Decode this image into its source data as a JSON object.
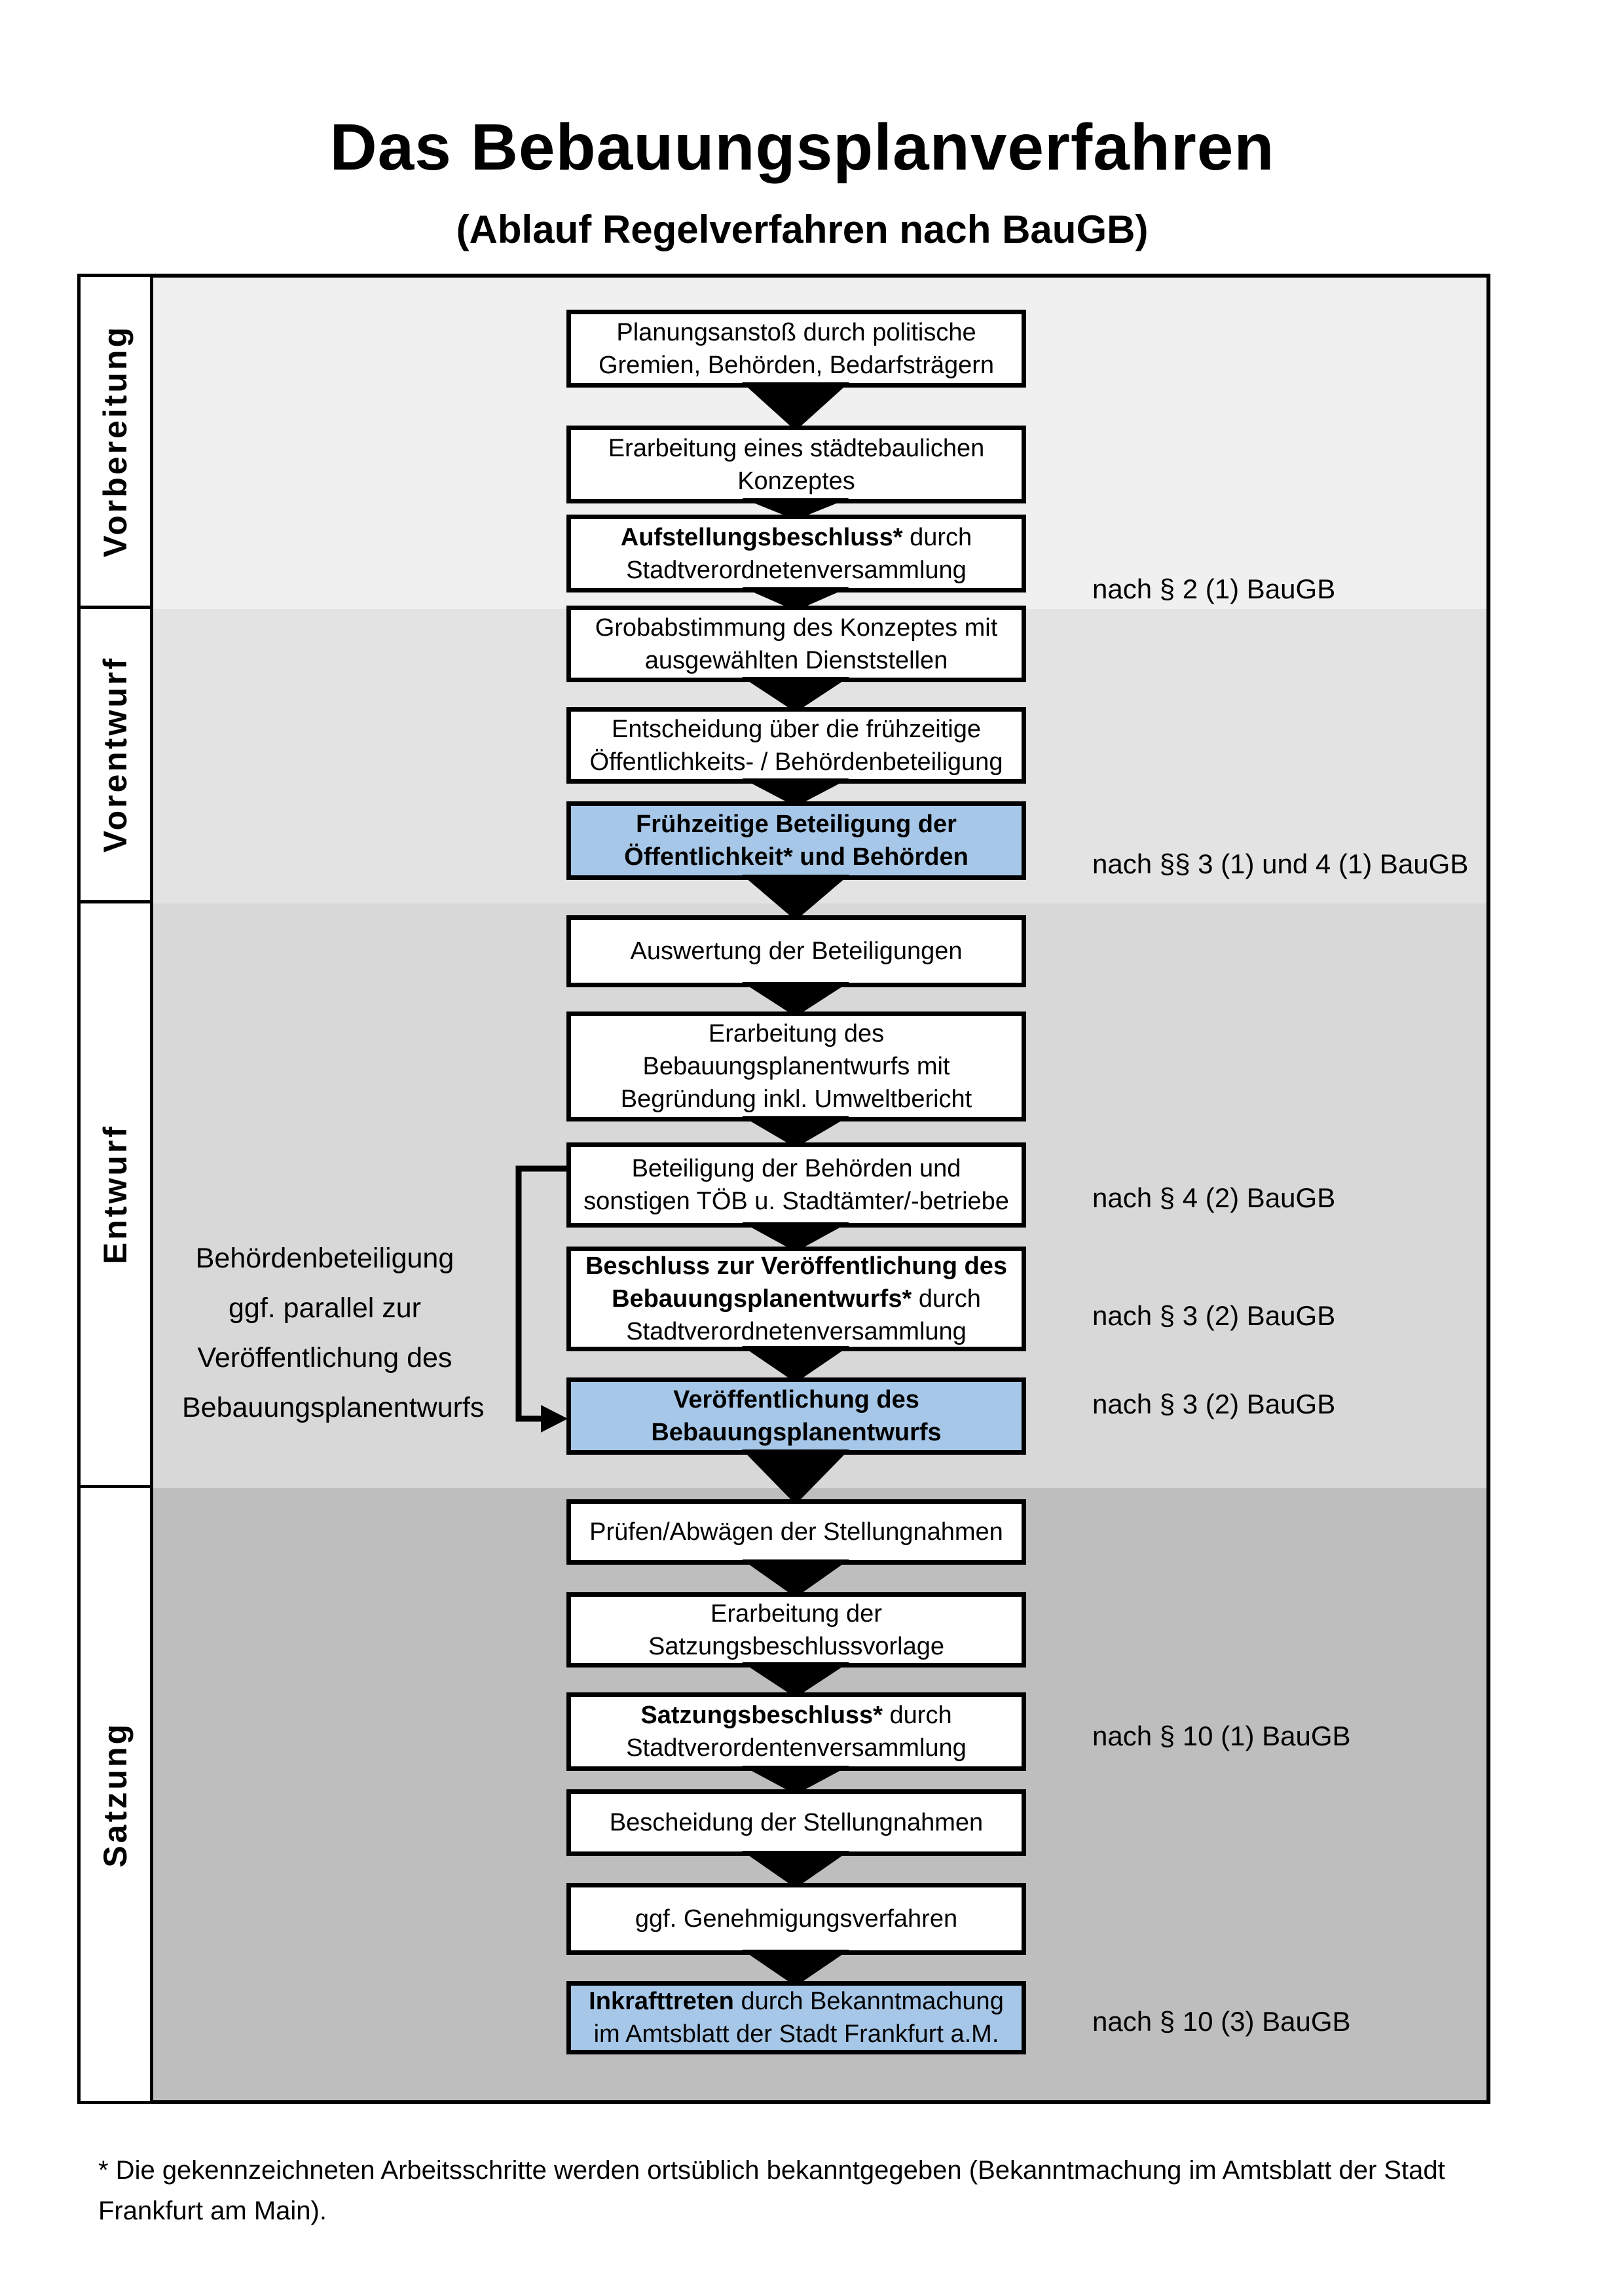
{
  "title": "Das Bebauungsplanverfahren",
  "subtitle": "(Ablauf Regelverfahren nach BauGB)",
  "colors": {
    "highlight_box": "#a6c7e8",
    "box_bg": "#ffffff",
    "border": "#000000",
    "phase_bgs": [
      "#f0f0f0",
      "#e3e3e3",
      "#d8d8d8",
      "#bebebe"
    ]
  },
  "phases": [
    {
      "label": "Vorbereitung"
    },
    {
      "label": "Vorentwurf"
    },
    {
      "label": "Entwurf"
    },
    {
      "label": "Satzung"
    }
  ],
  "flow": {
    "boxes": [
      {
        "id": "b1",
        "phase": "Vorbereitung",
        "highlight": false,
        "lines": [
          [
            {
              "t": "Planungsanstoß durch politische",
              "b": false
            }
          ],
          [
            {
              "t": "Gremien, Behörden, Bedarfsträgern",
              "b": false
            }
          ]
        ]
      },
      {
        "id": "b2",
        "phase": "Vorbereitung",
        "highlight": false,
        "lines": [
          [
            {
              "t": "Erarbeitung eines städtebaulichen",
              "b": false
            }
          ],
          [
            {
              "t": "Konzeptes",
              "b": false
            }
          ]
        ]
      },
      {
        "id": "b3",
        "phase": "Vorbereitung",
        "highlight": false,
        "ref": "nach § 2 (1) BauGB",
        "lines": [
          [
            {
              "t": "Aufstellungsbeschluss*",
              "b": true
            },
            {
              "t": " durch",
              "b": false
            }
          ],
          [
            {
              "t": "Stadtverordnetenversammlung",
              "b": false
            }
          ]
        ]
      },
      {
        "id": "b4",
        "phase": "Vorentwurf",
        "highlight": false,
        "lines": [
          [
            {
              "t": "Grobabstimmung des Konzeptes mit",
              "b": false
            }
          ],
          [
            {
              "t": "ausgewählten Dienststellen",
              "b": false
            }
          ]
        ]
      },
      {
        "id": "b5",
        "phase": "Vorentwurf",
        "highlight": false,
        "lines": [
          [
            {
              "t": "Entscheidung über die frühzeitige",
              "b": false
            }
          ],
          [
            {
              "t": "Öffentlichkeits- / Behördenbeteiligung",
              "b": false
            }
          ]
        ]
      },
      {
        "id": "b6",
        "phase": "Vorentwurf",
        "highlight": true,
        "ref": "nach §§ 3 (1) und 4 (1) BauGB",
        "lines": [
          [
            {
              "t": "Frühzeitige Beteiligung der",
              "b": true
            }
          ],
          [
            {
              "t": "Öffentlichkeit* und Behörden",
              "b": true
            }
          ]
        ]
      },
      {
        "id": "b7",
        "phase": "Entwurf",
        "highlight": false,
        "lines": [
          [
            {
              "t": "Auswertung der Beteiligungen",
              "b": false
            }
          ]
        ]
      },
      {
        "id": "b8",
        "phase": "Entwurf",
        "highlight": false,
        "lines": [
          [
            {
              "t": "Erarbeitung des",
              "b": false
            }
          ],
          [
            {
              "t": "Bebauungsplanentwurfs mit",
              "b": false
            }
          ],
          [
            {
              "t": "Begründung inkl. Umweltbericht",
              "b": false
            }
          ]
        ]
      },
      {
        "id": "b9",
        "phase": "Entwurf",
        "highlight": false,
        "ref": "nach § 4 (2) BauGB",
        "lines": [
          [
            {
              "t": "Beteiligung der Behörden und",
              "b": false
            }
          ],
          [
            {
              "t": "sonstigen TÖB u. Stadtämter/-betriebe",
              "b": false
            }
          ]
        ]
      },
      {
        "id": "b10",
        "phase": "Entwurf",
        "highlight": false,
        "ref": "nach § 3 (2) BauGB",
        "lines": [
          [
            {
              "t": "Beschluss zur Veröffentlichung des",
              "b": true
            }
          ],
          [
            {
              "t": "Bebauungsplanentwurfs*",
              "b": true
            },
            {
              "t": " durch",
              "b": false
            }
          ],
          [
            {
              "t": "Stadtverordnetenversammlung",
              "b": false
            }
          ]
        ]
      },
      {
        "id": "b11",
        "phase": "Entwurf",
        "highlight": true,
        "ref": "nach § 3 (2) BauGB",
        "lines": [
          [
            {
              "t": "Veröffentlichung des",
              "b": true
            }
          ],
          [
            {
              "t": "Bebauungsplanentwurfs",
              "b": true
            }
          ]
        ]
      },
      {
        "id": "b12",
        "phase": "Satzung",
        "highlight": false,
        "lines": [
          [
            {
              "t": "Prüfen/Abwägen der Stellungnahmen",
              "b": false
            }
          ]
        ]
      },
      {
        "id": "b13",
        "phase": "Satzung",
        "highlight": false,
        "lines": [
          [
            {
              "t": "Erarbeitung der",
              "b": false
            }
          ],
          [
            {
              "t": "Satzungsbeschlussvorlage",
              "b": false
            }
          ]
        ]
      },
      {
        "id": "b14",
        "phase": "Satzung",
        "highlight": false,
        "ref": "nach § 10 (1) BauGB",
        "lines": [
          [
            {
              "t": "Satzungsbeschluss*",
              "b": true
            },
            {
              "t": " durch",
              "b": false
            }
          ],
          [
            {
              "t": "Stadtverordentenversammlung",
              "b": false
            }
          ]
        ]
      },
      {
        "id": "b15",
        "phase": "Satzung",
        "highlight": false,
        "lines": [
          [
            {
              "t": "Bescheidung der Stellungnahmen",
              "b": false
            }
          ]
        ]
      },
      {
        "id": "b16",
        "phase": "Satzung",
        "highlight": false,
        "lines": [
          [
            {
              "t": "ggf. Genehmigungsverfahren",
              "b": false
            }
          ]
        ]
      },
      {
        "id": "b17",
        "phase": "Satzung",
        "highlight": true,
        "ref": "nach § 10 (3) BauGB",
        "lines": [
          [
            {
              "t": "Inkrafttreten",
              "b": true
            },
            {
              "t": " durch Bekanntmachung",
              "b": false
            }
          ],
          [
            {
              "t": "im Amtsblatt der Stadt Frankfurt a.M.",
              "b": false
            }
          ]
        ]
      }
    ],
    "side_note": {
      "lines": [
        "Behördenbeteiligung",
        "ggf. parallel zur",
        "Veröffentlichung des",
        "Bebauungsplanentwurfs"
      ]
    }
  },
  "footnote": "* Die gekennzeichneten Arbeitsschritte werden ortsüblich bekanntgegeben (Bekanntmachung im Amtsblatt der Stadt Frankfurt am Main)."
}
